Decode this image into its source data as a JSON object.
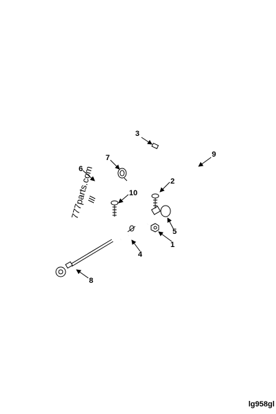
{
  "callouts": {
    "c1": "1",
    "c2": "2",
    "c3": "3",
    "c4": "4",
    "c5": "5",
    "c6": "6",
    "c7": "7",
    "c8": "8",
    "c9": "9",
    "c10": "10"
  },
  "watermark": "777parts.com",
  "figure_id": "lg958gl"
}
